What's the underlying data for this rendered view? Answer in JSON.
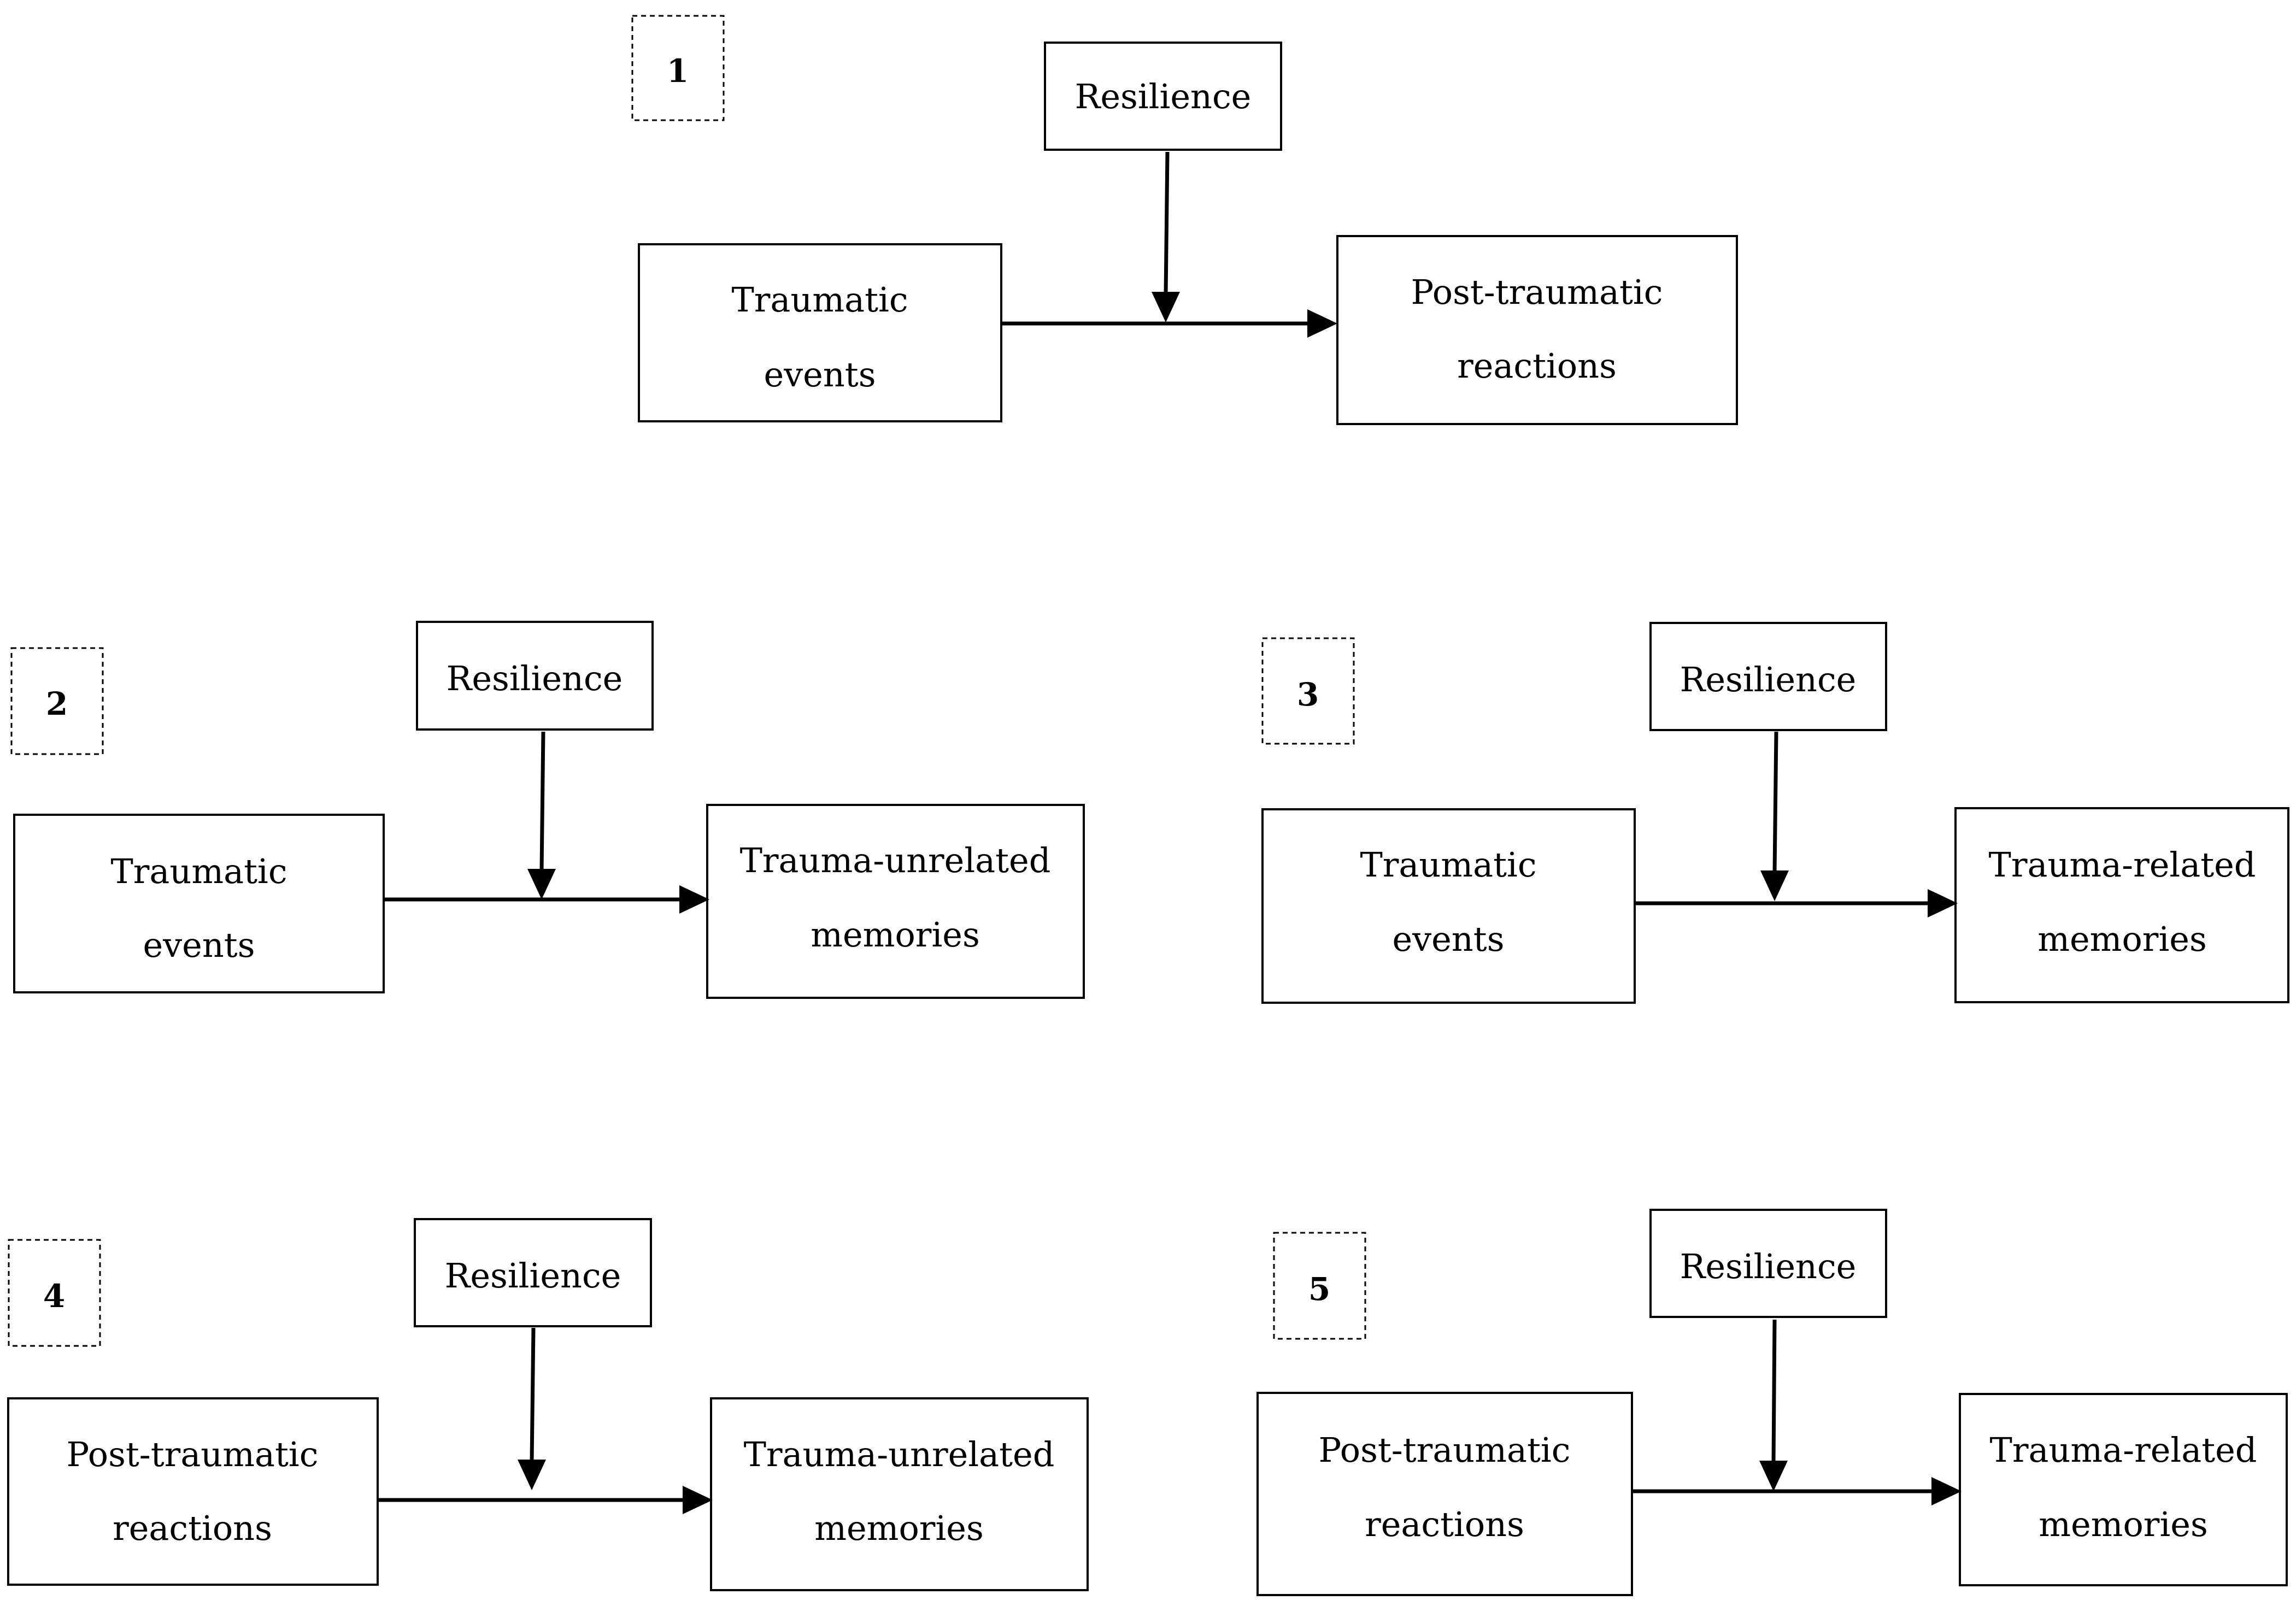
{
  "panels": [
    {
      "number": "1",
      "moderator": "Resilience",
      "source": [
        "Traumatic",
        "events"
      ],
      "target": [
        "Post-traumatic",
        "reactions"
      ]
    },
    {
      "number": "2",
      "moderator": "Resilience",
      "source": [
        "Traumatic",
        "events"
      ],
      "target": [
        "Trauma-unrelated",
        "memories"
      ]
    },
    {
      "number": "3",
      "moderator": "Resilience",
      "source": [
        "Traumatic",
        "events"
      ],
      "target": [
        "Trauma-related",
        "memories"
      ]
    },
    {
      "number": "4",
      "moderator": "Resilience",
      "source": [
        "Post-traumatic",
        "reactions"
      ],
      "target": [
        "Trauma-unrelated",
        "memories"
      ]
    },
    {
      "number": "5",
      "moderator": "Resilience",
      "source": [
        "Post-traumatic",
        "reactions"
      ],
      "target": [
        "Trauma-related",
        "memories"
      ]
    }
  ]
}
